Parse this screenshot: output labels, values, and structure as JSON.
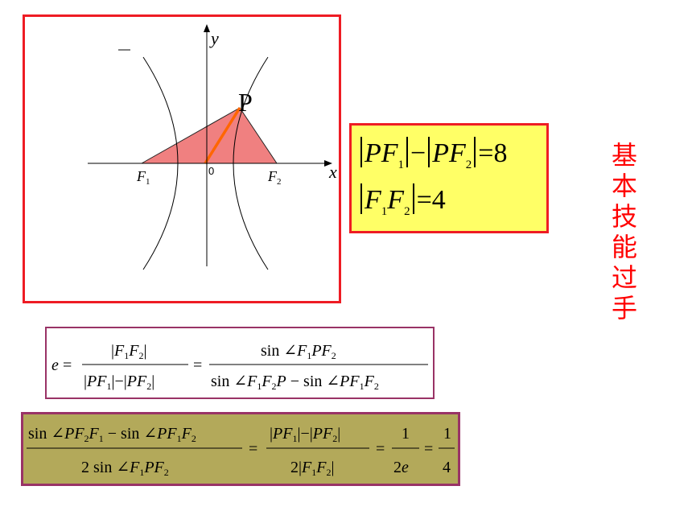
{
  "diagram": {
    "axis_y": "y",
    "axis_x": "x",
    "point_p": "P",
    "origin": "0",
    "focus_left": "F",
    "focus_left_sub": "1",
    "focus_right": "F",
    "focus_right_sub": "2"
  },
  "given": {
    "line1_rhs": "=8",
    "line2_rhs": "=4"
  },
  "side_title": "基本技能过手",
  "colors": {
    "frame_red": "#ee1c24",
    "triangle_fill": "#f08080",
    "segment_orange": "#ff6600",
    "given_bg": "#ffff66",
    "formula_border": "#993366",
    "formula_bg": "#b3a95a"
  }
}
